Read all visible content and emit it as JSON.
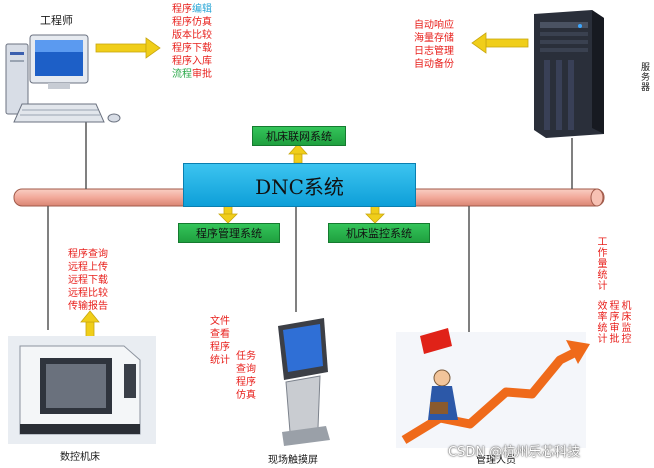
{
  "nodes": {
    "engineer": {
      "label": "工程师"
    },
    "server": {
      "label": "服务器"
    },
    "cnc": {
      "label": "数控机床"
    },
    "touchscreen": {
      "label": "现场触摸屏"
    },
    "manager": {
      "label": "管理人员"
    }
  },
  "engineer_functions": [
    {
      "text": "程序编辑",
      "head": "程序",
      "tail": "编辑",
      "tail_color": "#2aa6d6"
    },
    {
      "text": "程序仿真"
    },
    {
      "text": "版本比较"
    },
    {
      "text": "程序下载"
    },
    {
      "text": "程序入库"
    },
    {
      "text": "流程审批",
      "head": "流程",
      "tail": "审批",
      "head_color": "#2aa848"
    }
  ],
  "server_functions": [
    "自动响应",
    "海量存储",
    "日志管理",
    "自动备份"
  ],
  "cnc_functions": [
    "程序查询",
    "远程上传",
    "远程下载",
    "远程比较",
    "传输报告"
  ],
  "touchscreen_functions_a": [
    "文件",
    "查看",
    "程序",
    "统计"
  ],
  "touchscreen_functions_b": [
    "任务",
    "查询",
    "程序",
    "仿真"
  ],
  "manager_functions": {
    "col1": "工作量统计",
    "col2": "效率统计",
    "col3": "程序审批",
    "col4": "机床监控"
  },
  "systems": {
    "core": "DNC系统",
    "network": "机床联网系统",
    "program_mgmt": "程序管理系统",
    "monitoring": "机床监控系统"
  },
  "watermark": "CSDN @杭州乐芯科技",
  "colors": {
    "core_box": "#1ab0e6",
    "sub_box": "#26b34a",
    "bus": "#f2a99a",
    "arrow": "#f0ce1a",
    "label_red": "#e8201c"
  }
}
